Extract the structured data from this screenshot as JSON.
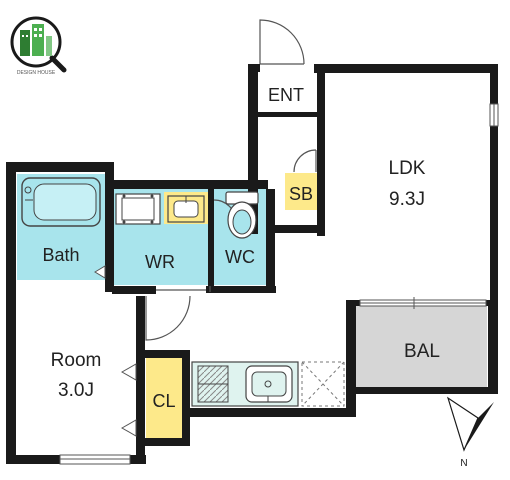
{
  "rooms": {
    "ent": "ENT",
    "ldk": "LDK",
    "ldk_size": "9.3J",
    "sb": "SB",
    "bath": "Bath",
    "wr": "WR",
    "wc": "WC",
    "room": "Room",
    "room_size": "3.0J",
    "cl": "CL",
    "bal": "BAL"
  },
  "compass": {
    "north": "N"
  },
  "colors": {
    "wall": "#1a1a1a",
    "bath": "#a8e4ec",
    "storage": "#fde98a",
    "balcony": "#d6d6d6",
    "kitchen": "#dff3ef"
  },
  "logo": {
    "text": "DESIGN HOUSE"
  }
}
